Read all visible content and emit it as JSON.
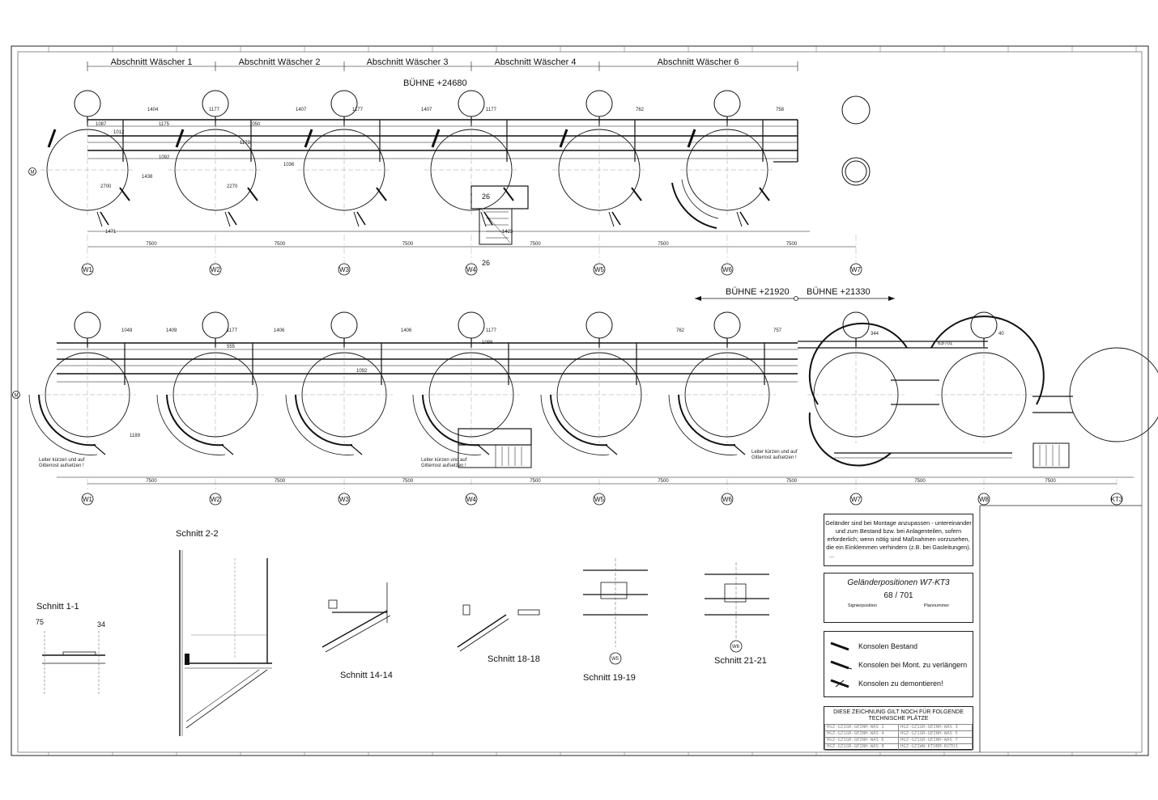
{
  "sections_top": [
    "Abschnitt Wäscher 1",
    "Abschnitt Wäscher 2",
    "Abschnitt Wäscher 3",
    "Abschnitt Wäscher 4",
    "Abschnitt Wäscher 6"
  ],
  "platform_top": "BÜHNE +24680",
  "platform_mid_left": "BÜHNE +21920",
  "platform_mid_right": "BÜHNE +21330",
  "row_marker_top": "M",
  "row_marker_mid": "M",
  "axes_top": [
    "W1",
    "W2",
    "W3",
    "W4",
    "W5",
    "W6",
    "W7"
  ],
  "axes_mid": [
    "W1",
    "W2",
    "W3",
    "W4",
    "W5",
    "W6",
    "W7",
    "W8",
    "KT3"
  ],
  "section_marker": "26",
  "spacing_label": "7500",
  "dimensions_top_row": [
    "1404",
    "1177",
    "1407",
    "1177",
    "1407",
    "1177",
    "762",
    "758"
  ],
  "dimensions_mid_row": [
    "1049",
    "1409",
    "1177",
    "1406",
    "1406",
    "1177",
    "762",
    "757",
    "344",
    "63/701",
    "40"
  ],
  "dimension_misc": [
    "1087",
    "1175",
    "1050",
    "1012",
    "1173",
    "1092",
    "1036",
    "2700",
    "2270",
    "1471",
    "1438",
    "1423",
    "1189",
    "1098",
    "555",
    "1092"
  ],
  "section_views": {
    "s11": "Schnitt 1-1",
    "s22": "Schnitt 2-2",
    "s1414": "Schnitt 14-14",
    "s1818": "Schnitt 18-18",
    "s1919": "Schnitt 19-19",
    "s2121": "Schnitt 21-21"
  },
  "s11_dims": [
    "75",
    "34"
  ],
  "s1919_axis": "W5",
  "s2121_axis": "W6",
  "ladder_note_lines": [
    "Leiter kürzen und auf",
    "Gitterrost aufsetzen !"
  ],
  "note_rail": "Geländer sind bei Montage anzupassen - untereinander und zum Bestand bzw. bei Anlagenteilen, sofern erforderlich; wenn nötig sind Maßnahmen vorzusehen, die ein Einklemmen verhindern (z.B. bei Gasleitungen).",
  "note_rail_extra": "...",
  "positions_title": "Geländerpositionen W7-KT3",
  "positions_value": "68 / 701",
  "positions_label_left": "Signierposition",
  "positions_label_right": "Plannummer",
  "legend": [
    "Konsolen Bestand",
    "Konsolen bei Mont. zu verlängern",
    "Konsolen zu demontieren!"
  ],
  "places_header": "DIESE ZEICHNUNG GILT NOCH FÜR FOLGENDE TECHNISCHE PLÄTZE",
  "places": [
    [
      "HGZ-GZ1GR-GEINH-WAS 2",
      "HGZ-GZ1GR-GEINH-WAS 3"
    ],
    [
      "HGZ-GZ1GR-GEINH-WAS 4",
      "HGZ-GZ1GR-GEINH-WAS 5"
    ],
    [
      "HGZ-GZ1GR-GEINH-WAS 6",
      "HGZ-GZ1GR-GEINH-WAS 7"
    ],
    [
      "HGZ-GZ1GR-GEINH-WAS 8",
      "HGZ-GZ1WW-KTURM-KUTU1"
    ]
  ],
  "colors": {
    "ink": "#111111",
    "grid": "#9a9a9a",
    "dashed": "#555555",
    "steel": "#333333"
  }
}
